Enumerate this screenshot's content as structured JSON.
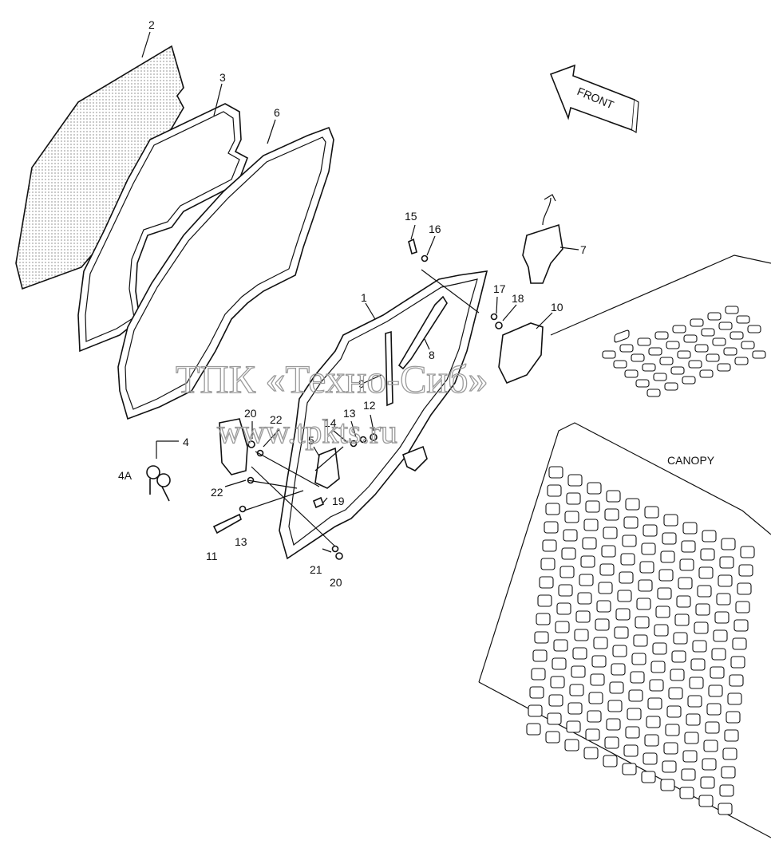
{
  "drawing": {
    "front_arrow_text": "FRONT",
    "canopy_label": "CANOPY",
    "watermark_line1": "ТПК «Техно-Сиб»",
    "watermark_line2": "www.tpkts.ru"
  },
  "callouts": [
    {
      "id": "c2",
      "text": "2"
    },
    {
      "id": "c3",
      "text": "3"
    },
    {
      "id": "c6",
      "text": "6"
    },
    {
      "id": "c15",
      "text": "15"
    },
    {
      "id": "c16",
      "text": "16"
    },
    {
      "id": "c7",
      "text": "7"
    },
    {
      "id": "c17",
      "text": "17"
    },
    {
      "id": "c18",
      "text": "18"
    },
    {
      "id": "c10",
      "text": "10"
    },
    {
      "id": "c1",
      "text": "1"
    },
    {
      "id": "c8",
      "text": "8"
    },
    {
      "id": "c9",
      "text": "9"
    },
    {
      "id": "c12",
      "text": "12"
    },
    {
      "id": "c13a",
      "text": "13"
    },
    {
      "id": "c14",
      "text": "14"
    },
    {
      "id": "c20a",
      "text": "20"
    },
    {
      "id": "c22a",
      "text": "22"
    },
    {
      "id": "c5",
      "text": "5"
    },
    {
      "id": "c4",
      "text": "4"
    },
    {
      "id": "c4A",
      "text": "4A"
    },
    {
      "id": "c22b",
      "text": "22"
    },
    {
      "id": "c19",
      "text": "19"
    },
    {
      "id": "c11",
      "text": "11"
    },
    {
      "id": "c13b",
      "text": "13"
    },
    {
      "id": "c21",
      "text": "21"
    },
    {
      "id": "c20b",
      "text": "20"
    }
  ]
}
